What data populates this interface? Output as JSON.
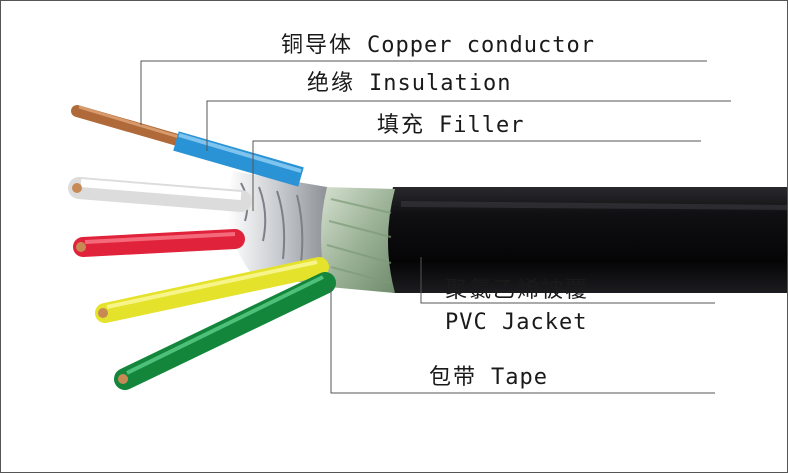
{
  "labels": {
    "copper": {
      "zh": "铜导体",
      "en": "Copper conductor"
    },
    "insulation": {
      "zh": "绝缘",
      "en": "Insulation"
    },
    "filler": {
      "zh": "填充",
      "en": "Filler"
    },
    "jacket": {
      "zh": "聚氯乙烯被覆",
      "en": "PVC Jacket"
    },
    "tape": {
      "zh": "包带",
      "en": "Tape"
    }
  },
  "colors": {
    "jacket": "#0d0d0f",
    "copper": "#b06a3a",
    "blue_core": "#2a93d6",
    "white_core": "#f2f2f2",
    "red_core": "#e0223a",
    "yellow_core": "#e4e22a",
    "green_core": "#13863c",
    "tape": "#b8c8b0",
    "leader_line": "#555555"
  }
}
